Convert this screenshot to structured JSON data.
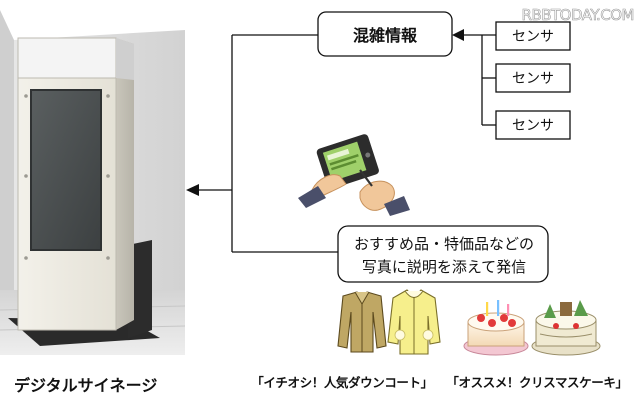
{
  "watermark": "RBBTODAY.COM",
  "signage_label": "デジタルサイネージ",
  "congestion_info": "混雑情報",
  "sensors": [
    "センサ",
    "センサ",
    "センサ"
  ],
  "message_line1": "おすすめ品・特価品などの",
  "message_line2": "写真に説明を添えて発信",
  "caption_left": "「イチオシ！人気ダウンコート」",
  "caption_right": "「オススメ！クリスマスケーキ」",
  "icons": [
    "digital-signage-illustration",
    "tablet-with-hands-icon",
    "coat-icon",
    "fleece-jacket-icon",
    "strawberry-cake-icon",
    "christmas-cake-icon"
  ]
}
